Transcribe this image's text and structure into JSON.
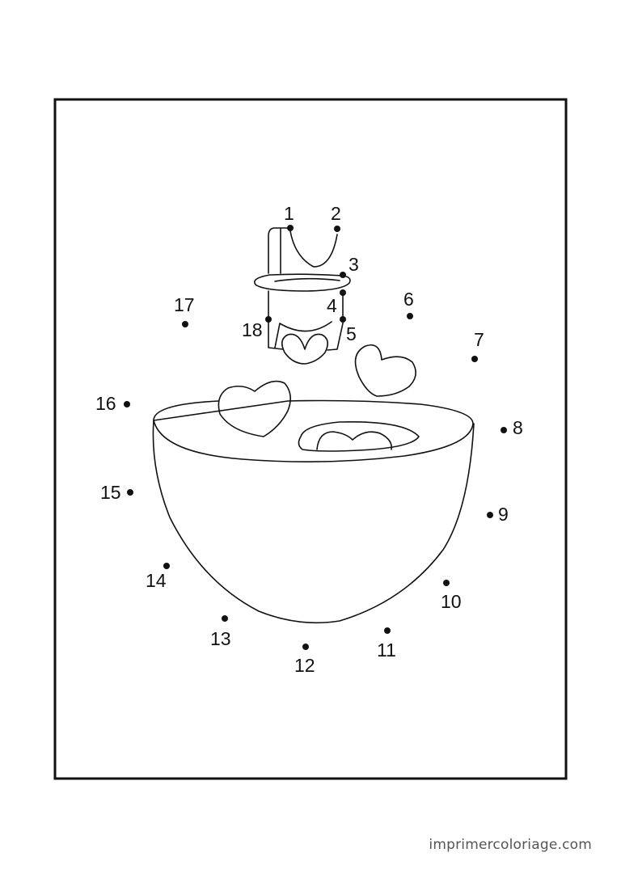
{
  "page": {
    "credit": "imprimercoloriage.com"
  },
  "colors": {
    "ink": "#111111",
    "paper": "#ffffff",
    "credit": "#555555"
  },
  "dots": [
    {
      "n": "1"
    },
    {
      "n": "2"
    },
    {
      "n": "3"
    },
    {
      "n": "4"
    },
    {
      "n": "5"
    },
    {
      "n": "6"
    },
    {
      "n": "7"
    },
    {
      "n": "8"
    },
    {
      "n": "9"
    },
    {
      "n": "10"
    },
    {
      "n": "11"
    },
    {
      "n": "12"
    },
    {
      "n": "13"
    },
    {
      "n": "14"
    },
    {
      "n": "15"
    },
    {
      "n": "16"
    },
    {
      "n": "17"
    },
    {
      "n": "18"
    }
  ]
}
